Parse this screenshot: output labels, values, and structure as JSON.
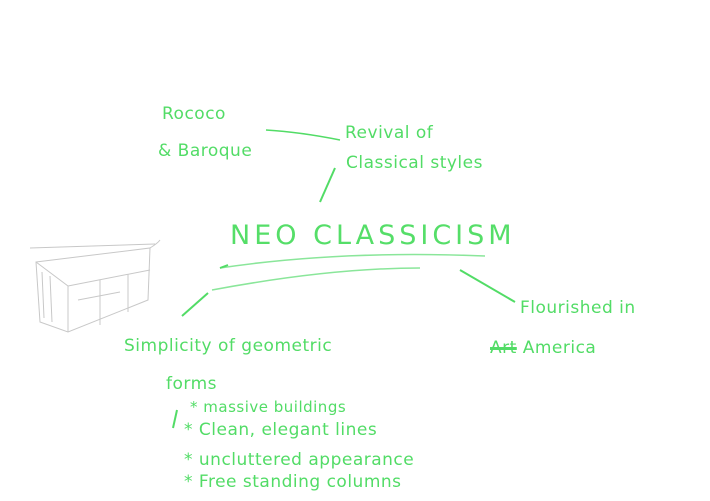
{
  "diagram": {
    "type": "hand-drawn mind map",
    "stroke_color": "#52dc66",
    "sketch_color": "#c8c8c8",
    "central": {
      "label": "NEO CLASSICISM"
    },
    "nodes": {
      "rococo": {
        "line1": "Rococo",
        "line2": "& Baroque"
      },
      "revival": {
        "line1": "Revival of",
        "line2": "Classical styles"
      },
      "simplicity": {
        "line1": "Simplicity of geometric",
        "line2": "forms"
      },
      "flourished": {
        "line1": "Flourished in",
        "struck": "Art",
        "line2": "America"
      }
    },
    "bullets": [
      {
        "marker": "*",
        "text": "massive buildings"
      },
      {
        "marker": "*",
        "text": "Clean, elegant lines"
      },
      {
        "marker": "*",
        "text": "uncluttered appearance"
      },
      {
        "marker": "*",
        "text": "Free standing columns"
      }
    ],
    "sketch": {
      "label": "rectangular building sketch"
    }
  }
}
